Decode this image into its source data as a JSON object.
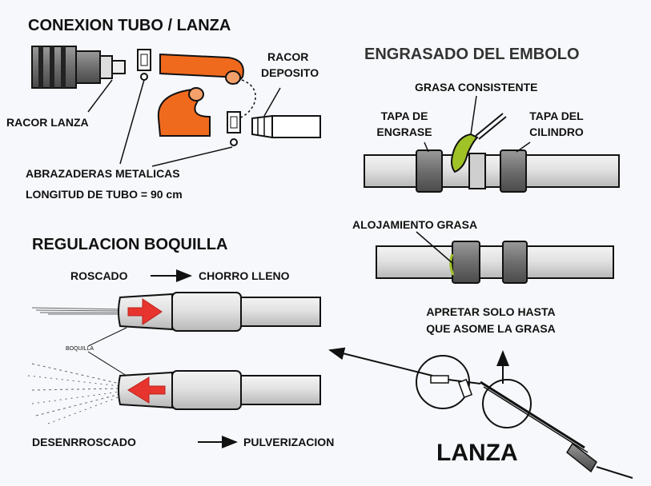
{
  "conexion": {
    "title": "CONEXION TUBO / LANZA",
    "racor_lanza": "RACOR LANZA",
    "racor": "RACOR",
    "deposito": "DEPOSITO",
    "abrazaderas": "ABRAZADERAS METALICAS",
    "longitud": "LONGITUD DE TUBO = 90 cm"
  },
  "engrasado": {
    "title": "ENGRASADO DEL EMBOLO",
    "grasa": "GRASA CONSISTENTE",
    "tapa_engrase_1": "TAPA DE",
    "tapa_engrase_2": "ENGRASE",
    "tapa_cilindro_1": "TAPA DEL",
    "tapa_cilindro_2": "CILINDRO",
    "alojamiento": "ALOJAMIENTO GRASA",
    "apretar_1": "APRETAR SOLO HASTA",
    "apretar_2": "QUE ASOME LA GRASA"
  },
  "regulacion": {
    "title": "REGULACION BOQUILLA",
    "roscado": "ROSCADO",
    "chorro": "CHORRO LLENO",
    "boquilla": "BOQUILLA",
    "desenrroscado": "DESENRROSCADO",
    "pulverizacion": "PULVERIZACION"
  },
  "lanza": "LANZA",
  "colors": {
    "hose": "#f06a1e",
    "grease": "#9fc226",
    "arrow": "#e8342e",
    "ink": "#111111"
  }
}
